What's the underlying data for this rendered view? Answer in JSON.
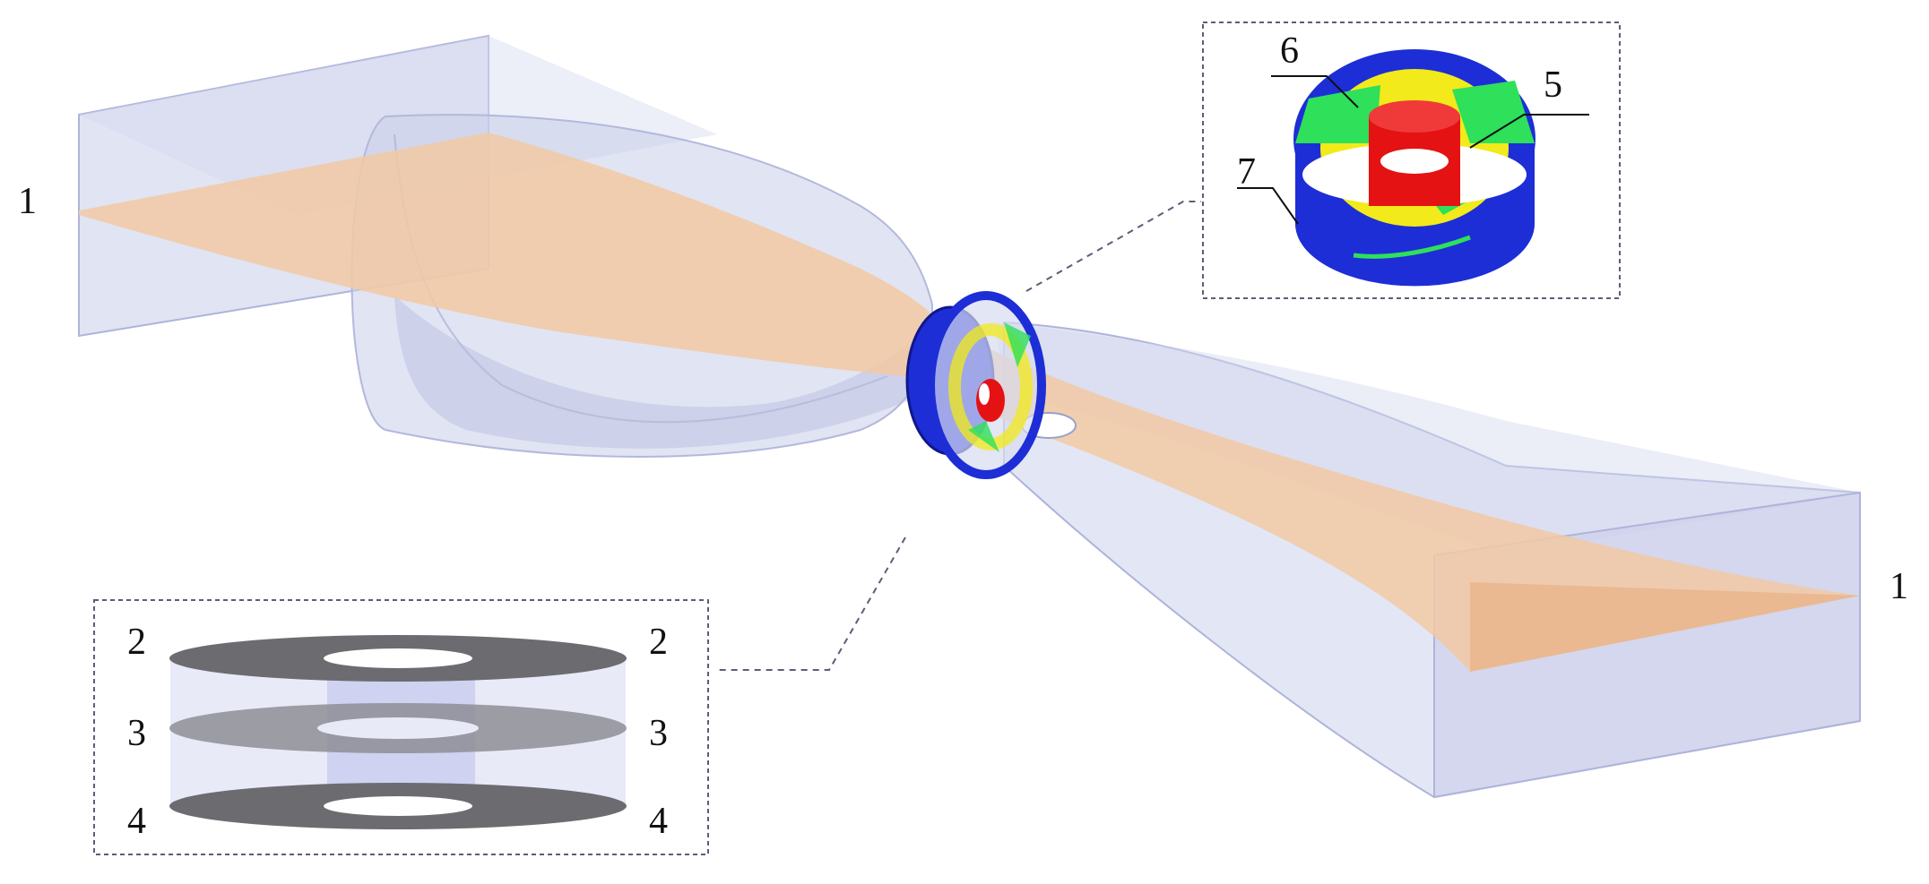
{
  "labels": {
    "left_end": "1",
    "right_end": "1",
    "top_detail": {
      "item_5": "5",
      "item_6": "6",
      "item_7": "7"
    },
    "bottom_detail": {
      "left_2": "2",
      "right_2": "2",
      "left_3": "3",
      "right_3": "3",
      "left_4": "4",
      "right_4": "4"
    }
  },
  "colors": {
    "duct": "#c7cdea",
    "duct_edge": "#aeb4da",
    "mid_plane": "#f2c9a3",
    "ring_blue": "#1d2ed6",
    "ring_yellow": "#f2ea1a",
    "blade_green": "#2ee05a",
    "hub_red": "#e41212",
    "disk_grey": "#6c6c70",
    "frame": "#5a5e78"
  }
}
